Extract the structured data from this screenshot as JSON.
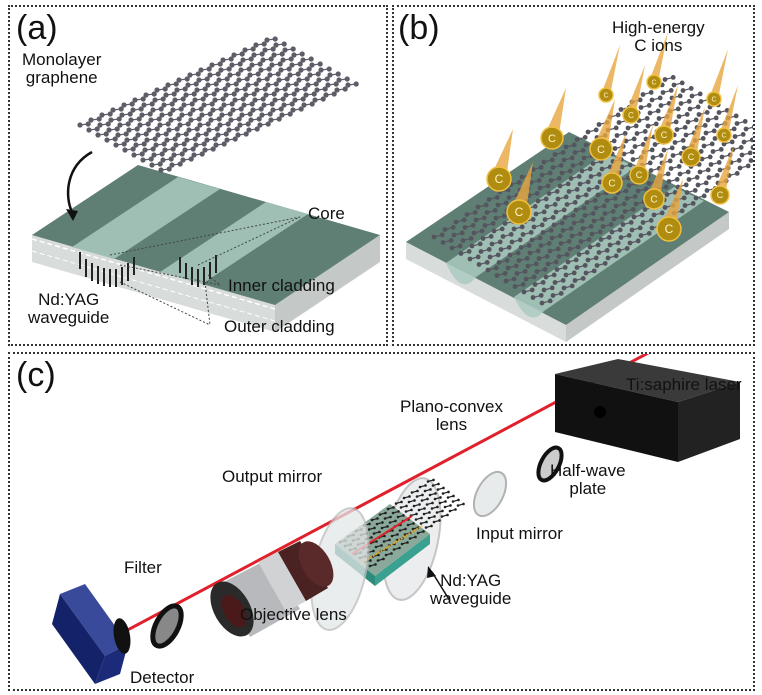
{
  "panels": {
    "a": {
      "label": "(a)",
      "graphene_label_1": "Monolayer",
      "graphene_label_2": "graphene",
      "core_label": "Core",
      "inner_cladding_label": "Inner cladding",
      "outer_cladding_label": "Outer cladding",
      "waveguide_label_1": "Nd:YAG",
      "waveguide_label_2": "waveguide"
    },
    "b": {
      "label": "(b)",
      "ions_label_1": "High-energy",
      "ions_label_2": "C ions",
      "ion_symbol": "C"
    },
    "c": {
      "label": "(c)",
      "laser_label": "Ti:saphire laser",
      "plano_convex_label_1": "Plano-convex",
      "plano_convex_label_2": "lens",
      "half_wave_label_1": "Half-wave",
      "half_wave_label_2": "plate",
      "output_mirror_label": "Output mirror",
      "input_mirror_label": "Input mirror",
      "waveguide_label_1": "Nd:YAG",
      "waveguide_label_2": "waveguide",
      "objective_label": "Objective lens",
      "filter_label": "Filter",
      "detector_label": "Detector"
    }
  },
  "colors": {
    "beam": "#e0202a",
    "substrate_top": "#5f7f74",
    "channel": "#9fbfb4",
    "graphene_atom": "#55555f",
    "ion": "#b08c10",
    "ion_tail": "#e8a640",
    "detector": "#1c2a7a",
    "laser_box": "#1a1a1a",
    "objective_cap": "#4a2222"
  }
}
